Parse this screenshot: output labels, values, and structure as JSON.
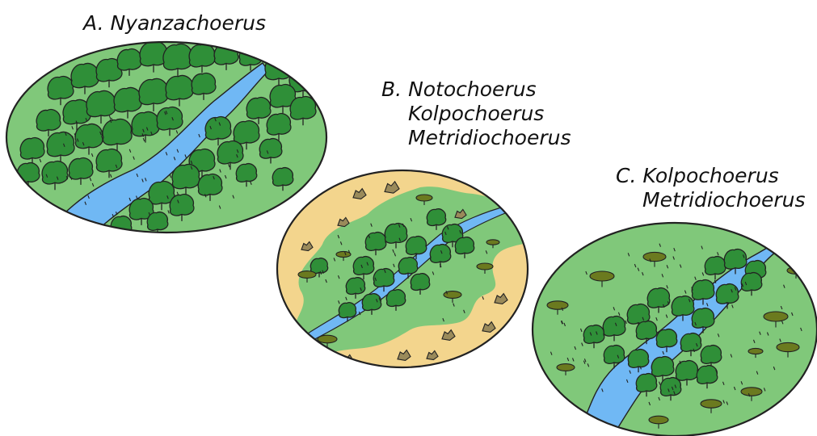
{
  "panels": [
    {
      "letter": "A.",
      "taxa": [
        "Nyanzachoerus"
      ],
      "habitat_icon": "closed-forest-with-river"
    },
    {
      "letter": "B.",
      "taxa": [
        "Notochoerus",
        "Kolpochoerus",
        "Metridiochoerus"
      ],
      "habitat_icon": "riverine-woodland-in-grassland"
    },
    {
      "letter": "C.",
      "taxa": [
        "Kolpochoerus",
        "Metridiochoerus"
      ],
      "habitat_icon": "wooded-grassland-with-river"
    }
  ],
  "colors": {
    "grass_green": "#80c87a",
    "tree_green": "#2f8f38",
    "tree_green_light": "#3fa348",
    "river_blue": "#70b8f4",
    "savanna_tan": "#f3d58d",
    "shrub_olive": "#6b7a1f",
    "outline": "#222222"
  }
}
